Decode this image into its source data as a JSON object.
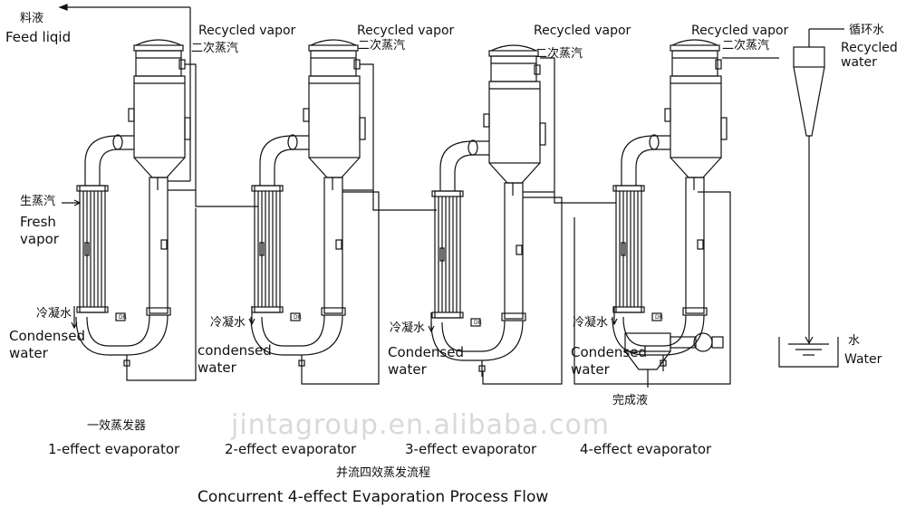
{
  "labels": {
    "feed_zh": "料液",
    "feed_en": "Feed liqid",
    "recycled_vapor": "Recycled vapor",
    "secondary_steam_zh": "二次蒸汽",
    "circulating_water_zh": "循环水",
    "recycled_water": "Recycled water",
    "fresh_steam_zh": "生蒸汽",
    "fresh_vapor_en": "Fresh vapor",
    "condensed_zh": "冷凝水",
    "condensed_en": "Condensed water",
    "condensed_en_lower": "condensed water",
    "water_zh": "水",
    "water_en": "Water",
    "finished_liquid_zh": "完成液",
    "effect1_zh": "一效蒸发器",
    "effect1_en": "1-effect evaporator",
    "effect2_en": "2-effect evaporator",
    "effect3_en": "3-effect evaporator",
    "effect4_en": "4-effect evaporator",
    "title_zh": "并流四效蒸发流程",
    "title_en": "Concurrent 4-effect Evaporation Process Flow",
    "watermark": "jintagroup.en.alibaba.com",
    "valve_tag": "DR"
  }
}
